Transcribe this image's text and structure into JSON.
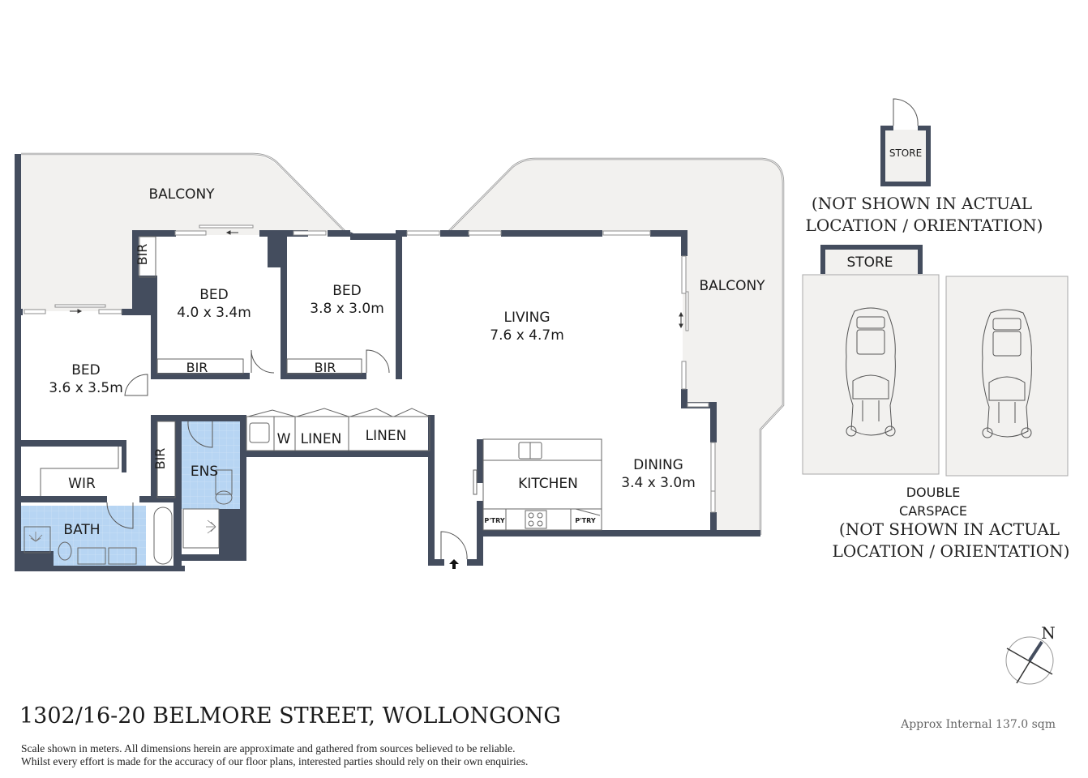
{
  "colors": {
    "wall": "#444d5e",
    "balcony_fill": "#f2f1ef",
    "wet_area_fill": "#b7d5f3",
    "text": "#1b1b1b",
    "area_text": "#666666"
  },
  "property": {
    "address": "1302/16-20 BELMORE STREET, WOLLONGONG",
    "approx_internal": "Approx Internal 137.0 sqm",
    "disclaimer_line1": "Scale shown in meters. All dimensions herein are approximate and gathered from sources believed to be reliable.",
    "disclaimer_line2": "Whilst every effort is made for the accuracy of our floor plans, interested parties should rely on their own enquiries."
  },
  "rooms": {
    "balcony_west": {
      "name": "BALCONY"
    },
    "balcony_east": {
      "name": "BALCONY"
    },
    "bed1": {
      "name": "BED",
      "size": "4.0 x 3.4m"
    },
    "bed2": {
      "name": "BED",
      "size": "3.8 x 3.0m"
    },
    "bed3": {
      "name": "BED",
      "size": "3.6 x 3.5m"
    },
    "living": {
      "name": "LIVING",
      "size": "7.6 x 4.7m"
    },
    "dining": {
      "name": "DINING",
      "size": "3.4 x 3.0m"
    },
    "kitchen": {
      "name": "KITCHEN"
    },
    "pantry1": {
      "name": "P'TRY"
    },
    "pantry2": {
      "name": "P'TRY"
    },
    "bir_bed1_side": {
      "name": "BIR"
    },
    "bir_bed1": {
      "name": "BIR"
    },
    "bir_bed2": {
      "name": "BIR"
    },
    "bir_bed3": {
      "name": "BIR"
    },
    "wir": {
      "name": "WIR"
    },
    "ens": {
      "name": "ENS"
    },
    "bath": {
      "name": "BATH"
    },
    "laundry": {
      "name": "W"
    },
    "linen1": {
      "name": "LINEN"
    },
    "linen2": {
      "name": "LINEN"
    }
  },
  "extras": {
    "store_small": {
      "name": "STORE"
    },
    "store_note": [
      "(NOT SHOWN IN ACTUAL",
      "LOCATION / ORIENTATION)"
    ],
    "store_garage": {
      "name": "STORE"
    },
    "carspace": {
      "line1": "DOUBLE",
      "line2": "CARSPACE"
    },
    "carspace_note": [
      "(NOT SHOWN IN ACTUAL",
      "LOCATION / ORIENTATION)"
    ]
  },
  "compass": {
    "label": "N"
  }
}
